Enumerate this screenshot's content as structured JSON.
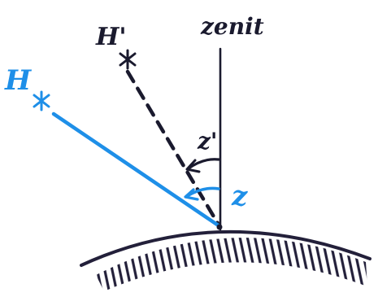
{
  "labels": {
    "zenith": "zenit",
    "h_true": "H",
    "h_apparent": "H'",
    "z_true": "z",
    "z_apparent": "z'"
  },
  "colors": {
    "ink": "#1a1a2e",
    "blue": "#1e8fe8",
    "ground_hatch": "#23203a"
  }
}
